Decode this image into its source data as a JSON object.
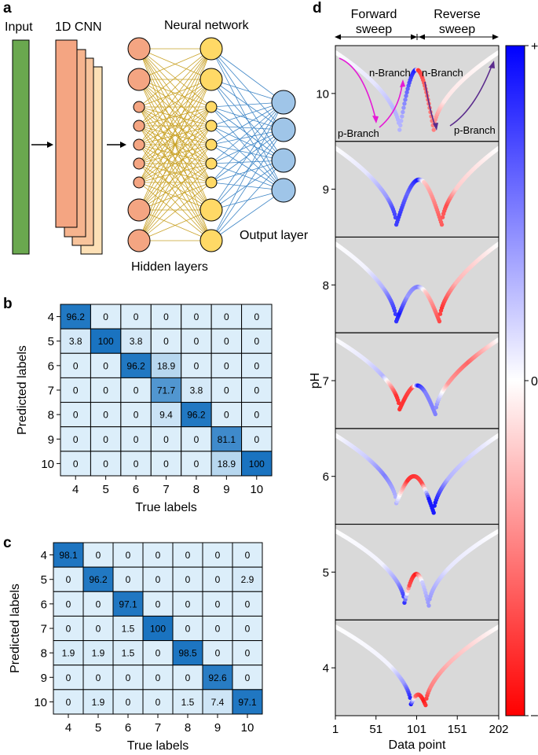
{
  "panel_labels": {
    "a": "a",
    "b": "b",
    "c": "c",
    "d": "d"
  },
  "panel_a": {
    "input": "Input",
    "cnn": "1D CNN",
    "neural_network": "Neural network",
    "output_layer": "Output layer",
    "hidden_layers": "Hidden layers"
  },
  "panel_d": {
    "forward_sweep_1": "Forward",
    "forward_sweep_2": "sweep",
    "reverse_sweep_1": "Reverse",
    "reverse_sweep_2": "sweep",
    "n_branch_left": "n-Branch",
    "n_branch_right": "n-Branch",
    "p_branch_left": "p-Branch",
    "p_branch_right": "p-Branch",
    "colorbar_plus": "+",
    "colorbar_zero": "0",
    "colorbar_minus": "–"
  },
  "colors": {
    "input_bar": "#6aa84f",
    "cnn_front": "#f4a582",
    "cnn_mid": "#f8c49c",
    "cnn_back": "#fde0b6",
    "input_node": "#f4a582",
    "hidden_node": "#ffd966",
    "output_node": "#9fc5e8",
    "hidden_edge": "#c9a227",
    "output_edge": "#3d85c6",
    "cm_low": "#dceefa",
    "cm_high": "#1a73c0",
    "plot_bg": "#d9d9d9",
    "pos": "#0000ff",
    "neg": "#ff0000"
  },
  "chart_data": [
    {
      "type": "heatmap",
      "panel": "b",
      "xlabel": "True labels",
      "ylabel": "Predicted labels",
      "x_labels": [
        "4",
        "5",
        "6",
        "7",
        "8",
        "9",
        "10"
      ],
      "y_labels": [
        "4",
        "5",
        "6",
        "7",
        "8",
        "9",
        "10"
      ],
      "cells": [
        [
          "96.2",
          "0",
          "0",
          "0",
          "0",
          "0",
          "0"
        ],
        [
          "3.8",
          "100",
          "3.8",
          "0",
          "0",
          "0",
          "0"
        ],
        [
          "0",
          "0",
          "96.2",
          "18.9",
          "0",
          "0",
          "0"
        ],
        [
          "0",
          "0",
          "0",
          "71.7",
          "3.8",
          "0",
          "0"
        ],
        [
          "0",
          "0",
          "0",
          "9.4",
          "96.2",
          "0",
          "0"
        ],
        [
          "0",
          "0",
          "0",
          "0",
          "0",
          "81.1",
          "0"
        ],
        [
          "0",
          "0",
          "0",
          "0",
          "0",
          "18.9",
          "100"
        ]
      ]
    },
    {
      "type": "heatmap",
      "panel": "c",
      "xlabel": "True labels",
      "ylabel": "Predicted labels",
      "x_labels": [
        "4",
        "5",
        "6",
        "7",
        "8",
        "9",
        "10"
      ],
      "y_labels": [
        "4",
        "5",
        "6",
        "7",
        "8",
        "9",
        "10"
      ],
      "cells": [
        [
          "98.1",
          "0",
          "0",
          "0",
          "0",
          "0",
          "0"
        ],
        [
          "0",
          "96.2",
          "0",
          "0",
          "0",
          "0",
          "2.9"
        ],
        [
          "0",
          "0",
          "97.1",
          "0",
          "0",
          "0",
          "0"
        ],
        [
          "0",
          "0",
          "1.5",
          "100",
          "0",
          "0",
          "0"
        ],
        [
          "1.9",
          "1.9",
          "1.5",
          "0",
          "98.5",
          "0",
          "0"
        ],
        [
          "0",
          "0",
          "0",
          "0",
          "0",
          "92.6",
          "0"
        ],
        [
          "0",
          "1.9",
          "0",
          "0",
          "1.5",
          "7.4",
          "97.1"
        ]
      ]
    },
    {
      "type": "line",
      "panel": "d",
      "xlabel": "Data point",
      "ylabel": "pH",
      "x_ticks": [
        "1",
        "51",
        "101",
        "151",
        "202"
      ],
      "xlim": [
        1,
        202
      ],
      "y_ticks": [
        "10",
        "9",
        "8",
        "7",
        "6",
        "5",
        "4"
      ],
      "ylim": [
        3.5,
        10.5
      ],
      "series": [
        {
          "ph": "10",
          "y_range": [
            9.5,
            10.5
          ],
          "min1_x": 80,
          "mid_x": 101,
          "min2_x": 122,
          "min1_y": 9.62,
          "mid_y": 10.25,
          "min2_y": 9.62,
          "stops": [
            [
              1,
              0
            ],
            [
              50,
              0.1
            ],
            [
              76,
              0.3
            ],
            [
              82,
              0.3
            ],
            [
              92,
              0.7
            ],
            [
              100,
              0.9
            ],
            [
              103,
              -0.8
            ],
            [
              112,
              -0.6
            ],
            [
              122,
              -0.5
            ],
            [
              135,
              -0.1
            ],
            [
              202,
              0
            ]
          ]
        },
        {
          "ph": "9",
          "y_range": [
            8.5,
            9.5
          ],
          "min1_x": 76,
          "mid_x": 103,
          "min2_x": 132,
          "min1_y": 8.63,
          "mid_y": 9.1,
          "min2_y": 8.63,
          "stops": [
            [
              1,
              0
            ],
            [
              40,
              0.1
            ],
            [
              65,
              0.4
            ],
            [
              72,
              0.7
            ],
            [
              80,
              0.8
            ],
            [
              90,
              0.6
            ],
            [
              103,
              0.9
            ],
            [
              110,
              -0.2
            ],
            [
              128,
              -0.6
            ],
            [
              138,
              -0.7
            ],
            [
              150,
              -0.2
            ],
            [
              202,
              0
            ]
          ]
        },
        {
          "ph": "8",
          "y_range": [
            7.5,
            8.5
          ],
          "min1_x": 76,
          "mid_x": 103,
          "min2_x": 129,
          "min1_y": 7.62,
          "mid_y": 7.98,
          "min2_y": 7.62,
          "stops": [
            [
              1,
              0
            ],
            [
              40,
              0.05
            ],
            [
              60,
              0.3
            ],
            [
              72,
              0.7
            ],
            [
              80,
              0.9
            ],
            [
              90,
              0.4
            ],
            [
              103,
              0.5
            ],
            [
              112,
              -0.2
            ],
            [
              122,
              -0.5
            ],
            [
              132,
              -0.8
            ],
            [
              150,
              -0.3
            ],
            [
              202,
              0
            ]
          ]
        },
        {
          "ph": "7",
          "y_range": [
            6.5,
            7.5
          ],
          "min1_x": 80,
          "mid_x": 103,
          "min2_x": 124,
          "min1_y": 6.7,
          "mid_y": 6.95,
          "min2_y": 6.65,
          "stops": [
            [
              1,
              0
            ],
            [
              40,
              0.1
            ],
            [
              60,
              0.3
            ],
            [
              76,
              -0.8
            ],
            [
              86,
              -0.8
            ],
            [
              96,
              -0.7
            ],
            [
              103,
              0.9
            ],
            [
              112,
              0.5
            ],
            [
              124,
              0.5
            ],
            [
              140,
              -0.4
            ],
            [
              165,
              -0.6
            ],
            [
              202,
              0
            ]
          ]
        },
        {
          "ph": "6",
          "y_range": [
            5.5,
            6.5
          ],
          "min1_x": 76,
          "mid_x": 99,
          "min2_x": 122,
          "min1_y": 5.72,
          "mid_y": 6.0,
          "min2_y": 5.62,
          "stops": [
            [
              1,
              0
            ],
            [
              40,
              0.2
            ],
            [
              62,
              0.5
            ],
            [
              76,
              0.3
            ],
            [
              90,
              -0.8
            ],
            [
              99,
              -0.8
            ],
            [
              108,
              -0.7
            ],
            [
              116,
              0.9
            ],
            [
              124,
              0.9
            ],
            [
              140,
              0.3
            ],
            [
              202,
              0
            ]
          ]
        },
        {
          "ph": "5",
          "y_range": [
            4.5,
            5.5
          ],
          "min1_x": 86,
          "mid_x": 101,
          "min2_x": 116,
          "min1_y": 4.68,
          "mid_y": 4.98,
          "min2_y": 4.65,
          "stops": [
            [
              1,
              0
            ],
            [
              60,
              0.05
            ],
            [
              78,
              0.4
            ],
            [
              86,
              0.8
            ],
            [
              92,
              -0.7
            ],
            [
              101,
              -0.9
            ],
            [
              108,
              0.2
            ],
            [
              116,
              0.4
            ],
            [
              140,
              0.1
            ],
            [
              202,
              0
            ]
          ]
        },
        {
          "ph": "4",
          "y_range": [
            3.5,
            4.5
          ],
          "min1_x": 94,
          "mid_x": 103,
          "min2_x": 112,
          "min1_y": 3.62,
          "mid_y": 3.72,
          "min2_y": 3.61,
          "stops": [
            [
              1,
              0
            ],
            [
              70,
              0.05
            ],
            [
              86,
              0.4
            ],
            [
              94,
              0.9
            ],
            [
              100,
              -0.6
            ],
            [
              110,
              -0.9
            ],
            [
              118,
              -0.5
            ],
            [
              140,
              -0.3
            ],
            [
              202,
              0
            ]
          ]
        }
      ]
    }
  ]
}
